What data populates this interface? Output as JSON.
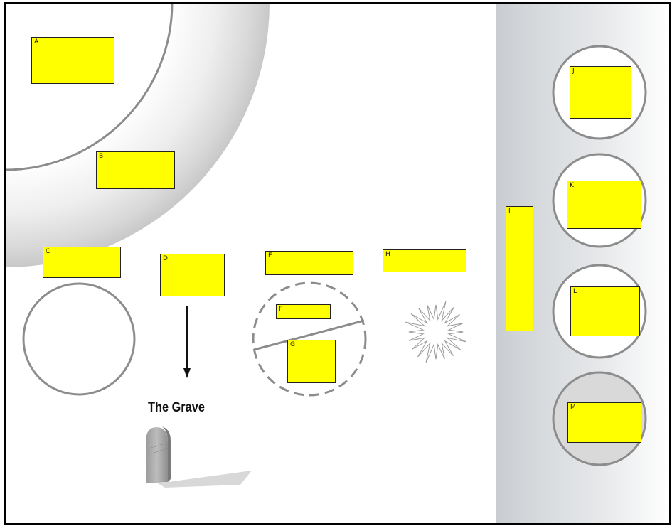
{
  "diagram": {
    "title": "The Grave",
    "labels": {
      "A": "A",
      "B": "B",
      "C": "C",
      "D": "D",
      "E": "E",
      "F": "F",
      "G": "G",
      "H": "H",
      "I": "I",
      "J": "J",
      "K": "K",
      "L": "L",
      "M": "M"
    },
    "colors": {
      "label_fill": "#ffff00",
      "ring_stroke": "#8c8c8c",
      "corridor_gray": "#d4d7da",
      "outline": "#000000"
    }
  }
}
